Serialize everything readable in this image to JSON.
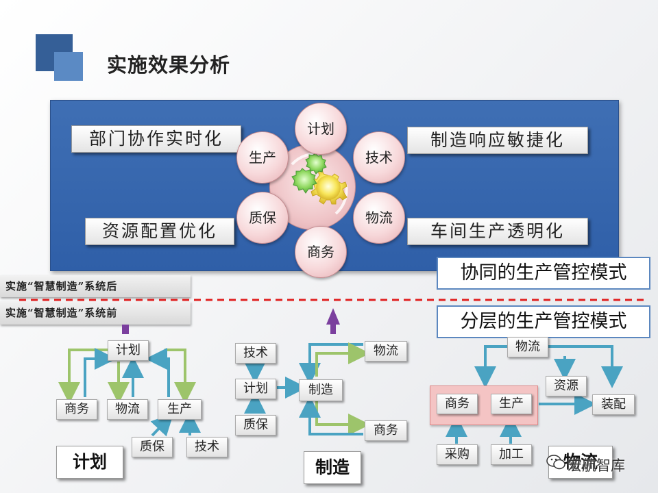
{
  "page_title": "实施效果分析",
  "benefits": {
    "left_top": "部门协作实时化",
    "left_bottom": "资源配置优化",
    "right_top": "制造响应敏捷化",
    "right_bottom": "车间生产透明化"
  },
  "petals": [
    "计划",
    "技术",
    "物流",
    "商务",
    "质保",
    "生产"
  ],
  "modes": {
    "collaborative": "协同的生产管控模式",
    "layered": "分层的生产管控模式"
  },
  "stages": {
    "after": "实施“智慧制造”系统后",
    "before": "实施“智慧制造”系统前"
  },
  "group_plan": {
    "label": "计划",
    "nodes": {
      "plan": "计划",
      "business": "商务",
      "logistics": "物流",
      "production": "生产",
      "quality": "质保",
      "tech": "技术"
    }
  },
  "group_manufacture": {
    "label": "制造",
    "nodes": {
      "tech": "技术",
      "plan": "计划",
      "quality": "质保",
      "manufacture": "制造",
      "logistics": "物流",
      "business": "商务"
    }
  },
  "group_logistics": {
    "label": "物流",
    "nodes": {
      "logistics": "物流",
      "resource": "资源",
      "assembly": "装配",
      "business": "商务",
      "production": "生产",
      "purchase": "采购",
      "processing": "加工"
    }
  },
  "watermark": "宏航智库",
  "colors": {
    "panel_blue": "#2f5fa8",
    "arrow_green": "#9dc46b",
    "arrow_blue": "#4aa3c2",
    "dashed_red": "#e02020",
    "up_arrow": "#7b3f9e"
  }
}
